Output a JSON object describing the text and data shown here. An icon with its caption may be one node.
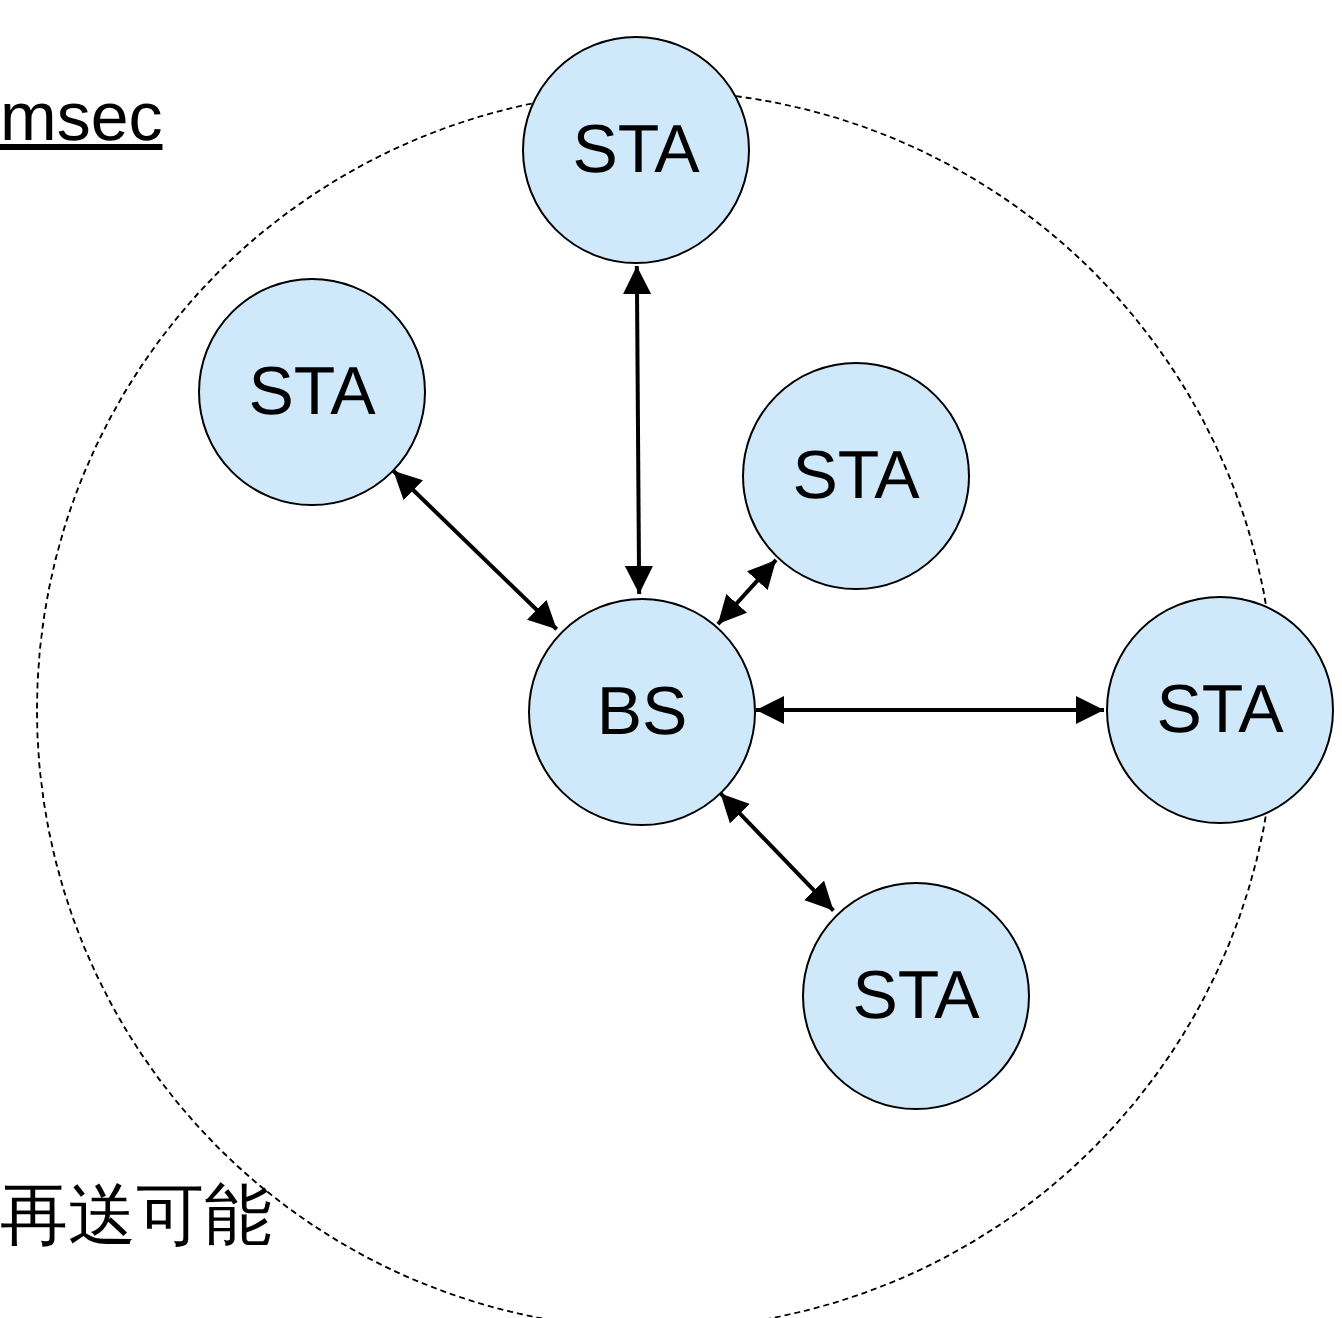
{
  "diagram": {
    "nodes": [
      {
        "text": [],
        "shape": "circle"
      },
      {
        "text": [
          "STA"
        ]
      },
      {
        "text": [
          "STA"
        ],
        "in": 0
      },
      {
        "text": [
          "STA"
        ],
        "in": 0
      },
      {
        "text": [
          "BS"
        ],
        "in": 0
      },
      {
        "text": [
          "STA"
        ]
      },
      {
        "text": [
          "STA"
        ],
        "in": 0
      }
    ],
    "edges": [
      {
        "from": 4,
        "to": 1,
        "arrow": "both"
      },
      {
        "from": 4,
        "to": 2,
        "arrow": "both"
      },
      {
        "from": 4,
        "to": 3,
        "arrow": "both"
      },
      {
        "from": 4,
        "to": 5,
        "arrow": "both"
      },
      {
        "from": 4,
        "to": 6,
        "arrow": "both"
      }
    ],
    "labels": [
      "msec",
      "再送可能"
    ]
  }
}
